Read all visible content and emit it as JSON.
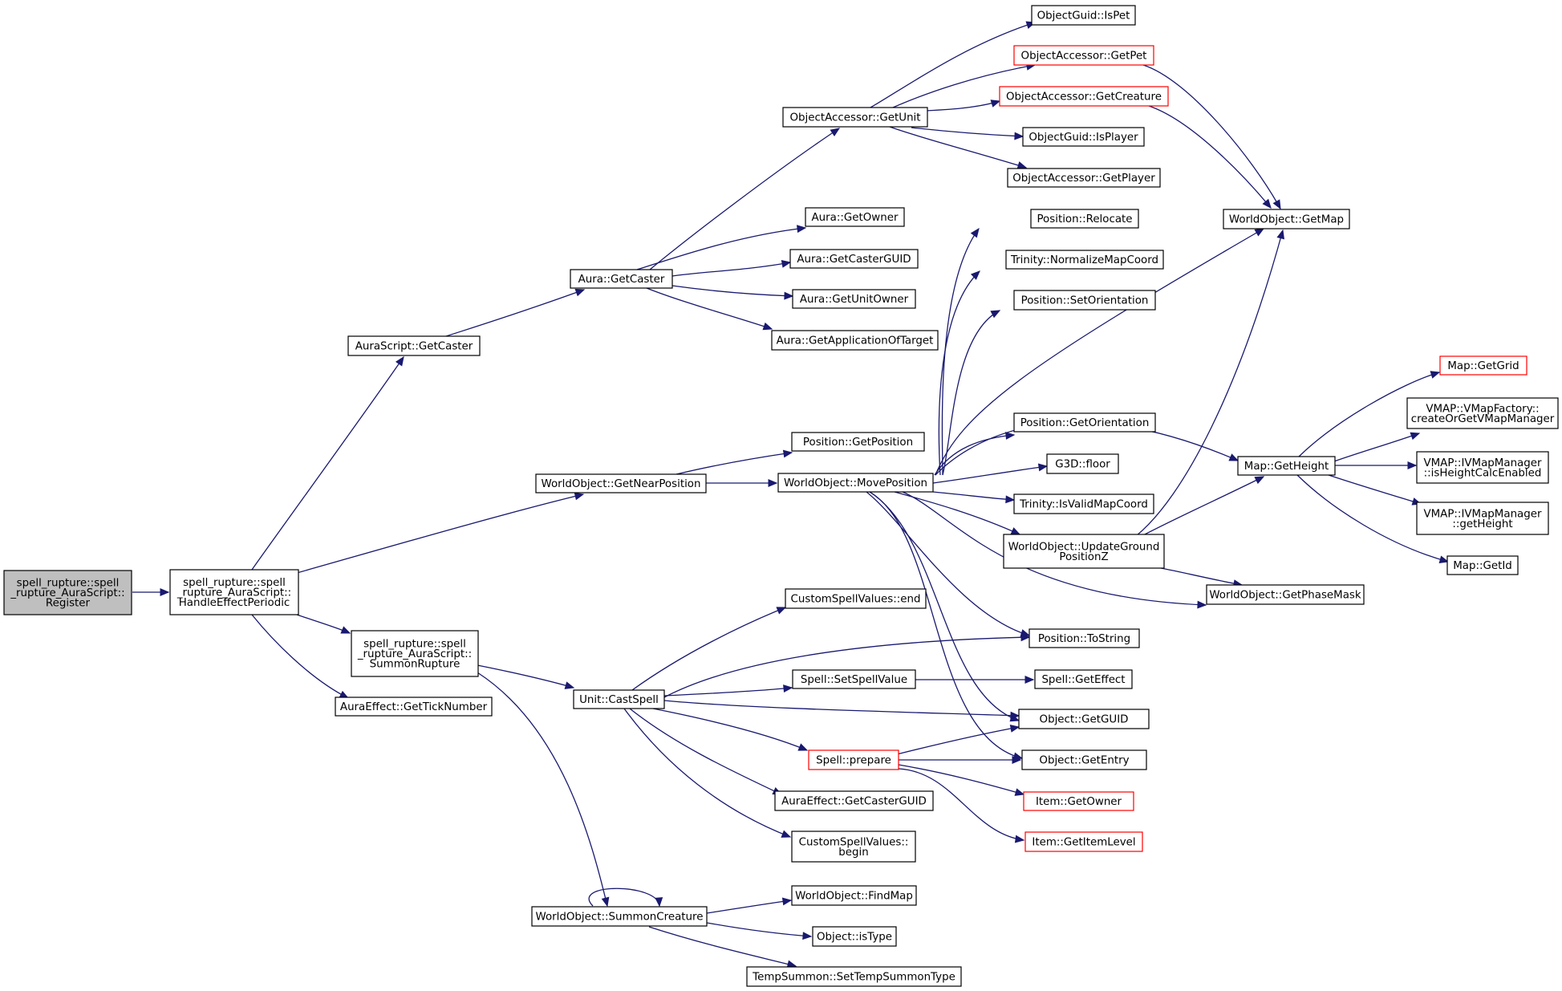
{
  "graph": {
    "nodes": [
      {
        "id": "n0",
        "lines": [
          "spell_rupture::spell",
          "_rupture_AuraScript::",
          "Register"
        ],
        "style": "root"
      },
      {
        "id": "n1",
        "lines": [
          "spell_rupture::spell",
          "_rupture_AuraScript::",
          "HandleEffectPeriodic"
        ],
        "style": "normal"
      },
      {
        "id": "n2",
        "lines": [
          "AuraScript::GetCaster"
        ],
        "style": "normal"
      },
      {
        "id": "n3",
        "lines": [
          "WorldObject::GetNearPosition"
        ],
        "style": "normal"
      },
      {
        "id": "n4",
        "lines": [
          "spell_rupture::spell",
          "_rupture_AuraScript::",
          "SummonRupture"
        ],
        "style": "normal"
      },
      {
        "id": "n5",
        "lines": [
          "AuraEffect::GetTickNumber"
        ],
        "style": "normal"
      },
      {
        "id": "n6",
        "lines": [
          "Aura::GetCaster"
        ],
        "style": "normal"
      },
      {
        "id": "n7",
        "lines": [
          "ObjectAccessor::GetUnit"
        ],
        "style": "normal"
      },
      {
        "id": "n8",
        "lines": [
          "Aura::GetOwner"
        ],
        "style": "normal"
      },
      {
        "id": "n9",
        "lines": [
          "Aura::GetCasterGUID"
        ],
        "style": "normal"
      },
      {
        "id": "n10",
        "lines": [
          "Aura::GetUnitOwner"
        ],
        "style": "normal"
      },
      {
        "id": "n11",
        "lines": [
          "Aura::GetApplicationOfTarget"
        ],
        "style": "normal"
      },
      {
        "id": "n12",
        "lines": [
          "ObjectGuid::IsPet"
        ],
        "style": "normal"
      },
      {
        "id": "n13",
        "lines": [
          "ObjectAccessor::GetPet"
        ],
        "style": "truncated"
      },
      {
        "id": "n14",
        "lines": [
          "ObjectAccessor::GetCreature"
        ],
        "style": "truncated"
      },
      {
        "id": "n15",
        "lines": [
          "ObjectGuid::IsPlayer"
        ],
        "style": "normal"
      },
      {
        "id": "n16",
        "lines": [
          "ObjectAccessor::GetPlayer"
        ],
        "style": "normal"
      },
      {
        "id": "n17",
        "lines": [
          "WorldObject::GetMap"
        ],
        "style": "normal"
      },
      {
        "id": "n18",
        "lines": [
          "Position::GetPosition"
        ],
        "style": "normal"
      },
      {
        "id": "n19",
        "lines": [
          "WorldObject::MovePosition"
        ],
        "style": "normal"
      },
      {
        "id": "n20",
        "lines": [
          "Position::Relocate"
        ],
        "style": "normal"
      },
      {
        "id": "n21",
        "lines": [
          "Trinity::NormalizeMapCoord"
        ],
        "style": "normal"
      },
      {
        "id": "n22",
        "lines": [
          "Position::SetOrientation"
        ],
        "style": "normal"
      },
      {
        "id": "n23",
        "lines": [
          "Position::GetOrientation"
        ],
        "style": "normal"
      },
      {
        "id": "n24",
        "lines": [
          "G3D::floor"
        ],
        "style": "normal"
      },
      {
        "id": "n25",
        "lines": [
          "Trinity::IsValidMapCoord"
        ],
        "style": "normal"
      },
      {
        "id": "n26",
        "lines": [
          "WorldObject::UpdateGround",
          "PositionZ"
        ],
        "style": "normal"
      },
      {
        "id": "n27",
        "lines": [
          "Map::GetHeight"
        ],
        "style": "normal"
      },
      {
        "id": "n28",
        "lines": [
          "Map::GetGrid"
        ],
        "style": "truncated"
      },
      {
        "id": "n29",
        "lines": [
          "VMAP::VMapFactory::",
          "createOrGetVMapManager"
        ],
        "style": "normal"
      },
      {
        "id": "n30",
        "lines": [
          "VMAP::IVMapManager",
          "::isHeightCalcEnabled"
        ],
        "style": "normal"
      },
      {
        "id": "n31",
        "lines": [
          "VMAP::IVMapManager",
          "::getHeight"
        ],
        "style": "normal"
      },
      {
        "id": "n32",
        "lines": [
          "Map::GetId"
        ],
        "style": "normal"
      },
      {
        "id": "n33",
        "lines": [
          "WorldObject::GetPhaseMask"
        ],
        "style": "normal"
      },
      {
        "id": "n34",
        "lines": [
          "Position::ToString"
        ],
        "style": "normal"
      },
      {
        "id": "n35",
        "lines": [
          "Object::GetGUID"
        ],
        "style": "normal"
      },
      {
        "id": "n36",
        "lines": [
          "Object::GetEntry"
        ],
        "style": "normal"
      },
      {
        "id": "n37",
        "lines": [
          "Unit::CastSpell"
        ],
        "style": "normal"
      },
      {
        "id": "n38",
        "lines": [
          "CustomSpellValues::end"
        ],
        "style": "normal"
      },
      {
        "id": "n39",
        "lines": [
          "Spell::SetSpellValue"
        ],
        "style": "normal"
      },
      {
        "id": "n40",
        "lines": [
          "Spell::GetEffect"
        ],
        "style": "normal"
      },
      {
        "id": "n41",
        "lines": [
          "Spell::prepare"
        ],
        "style": "truncated"
      },
      {
        "id": "n42",
        "lines": [
          "AuraEffect::GetCasterGUID"
        ],
        "style": "normal"
      },
      {
        "id": "n43",
        "lines": [
          "CustomSpellValues::",
          "begin"
        ],
        "style": "normal"
      },
      {
        "id": "n44",
        "lines": [
          "Item::GetOwner"
        ],
        "style": "truncated"
      },
      {
        "id": "n45",
        "lines": [
          "Item::GetItemLevel"
        ],
        "style": "truncated"
      },
      {
        "id": "n46",
        "lines": [
          "WorldObject::SummonCreature"
        ],
        "style": "normal"
      },
      {
        "id": "n47",
        "lines": [
          "WorldObject::FindMap"
        ],
        "style": "normal"
      },
      {
        "id": "n48",
        "lines": [
          "Object::isType"
        ],
        "style": "normal"
      },
      {
        "id": "n49",
        "lines": [
          "TempSummon::SetTempSummonType"
        ],
        "style": "normal"
      }
    ],
    "edges": [
      [
        "n0",
        "n1"
      ],
      [
        "n1",
        "n2"
      ],
      [
        "n1",
        "n3"
      ],
      [
        "n1",
        "n4"
      ],
      [
        "n1",
        "n5"
      ],
      [
        "n2",
        "n6"
      ],
      [
        "n6",
        "n7"
      ],
      [
        "n6",
        "n8"
      ],
      [
        "n6",
        "n9"
      ],
      [
        "n6",
        "n10"
      ],
      [
        "n6",
        "n11"
      ],
      [
        "n7",
        "n12"
      ],
      [
        "n7",
        "n13"
      ],
      [
        "n7",
        "n14"
      ],
      [
        "n7",
        "n15"
      ],
      [
        "n7",
        "n16"
      ],
      [
        "n13",
        "n17"
      ],
      [
        "n14",
        "n17"
      ],
      [
        "n3",
        "n18"
      ],
      [
        "n3",
        "n19"
      ],
      [
        "n19",
        "n20"
      ],
      [
        "n19",
        "n21"
      ],
      [
        "n19",
        "n22"
      ],
      [
        "n19",
        "n17"
      ],
      [
        "n19",
        "n27"
      ],
      [
        "n19",
        "n23"
      ],
      [
        "n19",
        "n24"
      ],
      [
        "n19",
        "n25"
      ],
      [
        "n19",
        "n26"
      ],
      [
        "n19",
        "n33"
      ],
      [
        "n19",
        "n34"
      ],
      [
        "n19",
        "n35"
      ],
      [
        "n19",
        "n36"
      ],
      [
        "n26",
        "n17"
      ],
      [
        "n26",
        "n27"
      ],
      [
        "n26",
        "n33"
      ],
      [
        "n27",
        "n28"
      ],
      [
        "n27",
        "n29"
      ],
      [
        "n27",
        "n30"
      ],
      [
        "n27",
        "n31"
      ],
      [
        "n27",
        "n32"
      ],
      [
        "n4",
        "n37"
      ],
      [
        "n4",
        "n46"
      ],
      [
        "n37",
        "n38"
      ],
      [
        "n37",
        "n34"
      ],
      [
        "n37",
        "n39"
      ],
      [
        "n37",
        "n35"
      ],
      [
        "n37",
        "n41"
      ],
      [
        "n37",
        "n42"
      ],
      [
        "n37",
        "n43"
      ],
      [
        "n39",
        "n40"
      ],
      [
        "n41",
        "n35"
      ],
      [
        "n41",
        "n36"
      ],
      [
        "n41",
        "n44"
      ],
      [
        "n41",
        "n45"
      ],
      [
        "n46",
        "n46"
      ],
      [
        "n46",
        "n47"
      ],
      [
        "n46",
        "n48"
      ],
      [
        "n46",
        "n49"
      ]
    ]
  },
  "colors": {
    "edge": "#191970",
    "border": "#000000",
    "truncated_border": "#ff0000",
    "root_fill": "#bfbfbf",
    "fill": "#ffffff"
  }
}
